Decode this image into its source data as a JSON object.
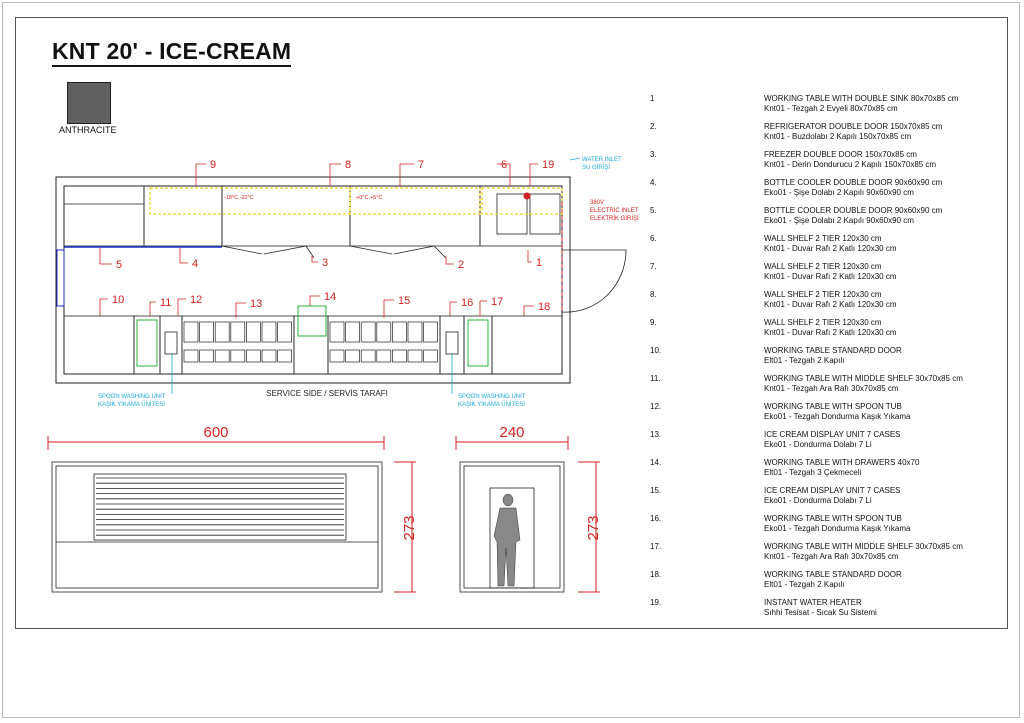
{
  "title": "KNT 20' - ICE-CREAM",
  "color_swatch": {
    "label": "ANTHRACITE",
    "color": "#606060"
  },
  "plan": {
    "markers": [
      "1",
      "2",
      "3",
      "4",
      "5",
      "6",
      "7",
      "8",
      "9",
      "10",
      "11",
      "12",
      "13",
      "14",
      "15",
      "16",
      "17",
      "18",
      "19"
    ],
    "freezer_temp": "-18°C,-22°C",
    "fridge_temp": "+0°C,+5°C",
    "water_inlet_en": "WATER INLET",
    "water_inlet_tr": "SU GİRİŞİ",
    "electric_inlet_v": "380V",
    "electric_inlet_en": "ELECTRIC INLET",
    "electric_inlet_tr": "ELEKTRİK GİRİŞİ",
    "service_side": "SERVICE SIDE / SERVİS TARAFI",
    "spoon_unit_en": "SPOON WASHING UNIT",
    "spoon_unit_tr": "KAŞIK YIKAMA ÜNİTESİ"
  },
  "elevations": {
    "front_width": "600",
    "side_width": "240",
    "height": "273"
  },
  "colors": {
    "marker": "#d42020",
    "annotation_blue": "#19a8d8",
    "yellow": "#e8d21a",
    "blue_line": "#1f2ecc"
  },
  "legend": [
    {
      "num": "1",
      "en": "WORKING TABLE WITH DOUBLE SINK 80x70x85 cm",
      "tr": "Knt01 - Tezgah 2 Evyeli 80x70x85 cm"
    },
    {
      "num": "2.",
      "en": "REFRIGERATOR DOUBLE DOOR 150x70x85 cm",
      "tr": "Knt01 - Buzdolabı 2 Kapılı 150x70x85 cm"
    },
    {
      "num": "3.",
      "en": "FREEZER DOUBLE DOOR 150x70x85 cm",
      "tr": "Knt01 - Derin Dondurucu 2 Kapılı 150x70x85 cm"
    },
    {
      "num": "4.",
      "en": "BOTTLE COOLER DOUBLE DOOR 90x60x90 cm",
      "tr": "Eko01 - Şişe Dolabı 2 Kapılı 90x60x90 cm"
    },
    {
      "num": "5.",
      "en": "BOTTLE COOLER DOUBLE DOOR 90x60x90 cm",
      "tr": "Eko01 - Şişe Dolabı 2 Kapılı 90x60x90 cm"
    },
    {
      "num": "6.",
      "en": "WALL SHELF 2 TIER 120x30 cm",
      "tr": "Knt01 - Duvar Rafı 2 Katlı 120x30 cm"
    },
    {
      "num": "7.",
      "en": "WALL SHELF 2 TIER 120x30 cm",
      "tr": "Knt01 - Duvar Rafı 2 Katlı 120x30 cm"
    },
    {
      "num": "8.",
      "en": "WALL SHELF 2 TIER 120x30 cm",
      "tr": "Knt01 - Duvar Rafı 2 Katlı 120x30 cm"
    },
    {
      "num": "9.",
      "en": "WALL SHELF 2 TIER 120x30 cm",
      "tr": "Knt01 - Duvar Rafı 2 Katlı 120x30 cm"
    },
    {
      "num": "10.",
      "en": "WORKING TABLE STANDARD DOOR",
      "tr": "Elt01 - Tezgah 2 Kapılı"
    },
    {
      "num": "11.",
      "en": "WORKING TABLE WITH MIDDLE SHELF 30x70x85 cm",
      "tr": "Knt01 - Tezgah Ara Rafı 30x70x85 cm"
    },
    {
      "num": "12.",
      "en": "WORKING TABLE WITH SPOON TUB",
      "tr": "Eko01 - Tezgah Dondurma Kaşık Yıkama"
    },
    {
      "num": "13.",
      "en": "ICE CREAM DISPLAY UNIT 7 CASES",
      "tr": "Eko01 - Dondurma Dolabı 7 Li"
    },
    {
      "num": "14.",
      "en": "WORKING TABLE WITH DRAWERS 40x70",
      "tr": "Elt01 - Tezgah 3 Çekmeceli"
    },
    {
      "num": "15.",
      "en": "ICE CREAM DISPLAY UNIT 7 CASES",
      "tr": "Eko01 - Dondurma Dolabı 7 Li"
    },
    {
      "num": "16.",
      "en": "WORKING TABLE WITH SPOON TUB",
      "tr": "Eko01 - Tezgah Dondurma Kaşık Yıkama"
    },
    {
      "num": "17.",
      "en": "WORKING TABLE WITH MIDDLE SHELF 30x70x85 cm",
      "tr": "Knt01 - Tezgah Ara Rafı 30x70x85 cm"
    },
    {
      "num": "18.",
      "en": "WORKING TABLE STANDARD DOOR",
      "tr": "Elt01 - Tezgah 2 Kapılı"
    },
    {
      "num": "19.",
      "en": "INSTANT WATER HEATER",
      "tr": "Sıhhi Tesisat - Sıcak Su Sistemi"
    }
  ]
}
